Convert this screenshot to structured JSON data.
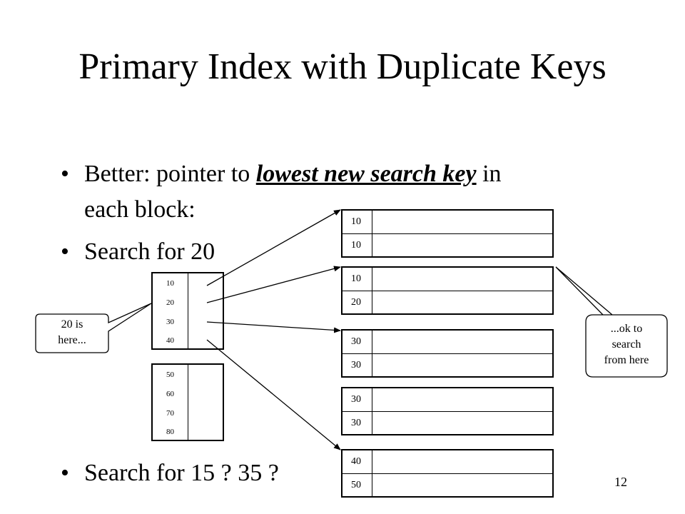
{
  "title": "Primary Index with Duplicate Keys",
  "bullets": {
    "b1_pre": "Better: pointer to ",
    "b1_emph": "lowest new search key",
    "b1_post": " in",
    "b1_line2": "each block:",
    "b2": "Search for 20",
    "b3": "Search for 15 ? 35 ?"
  },
  "index_tables": [
    {
      "keys": [
        "10",
        "20",
        "30",
        "40"
      ]
    },
    {
      "keys": [
        "50",
        "60",
        "70",
        "80"
      ]
    }
  ],
  "data_blocks": [
    {
      "keys": [
        "10",
        "10"
      ]
    },
    {
      "keys": [
        "10",
        "20"
      ]
    },
    {
      "keys": [
        "30",
        "30"
      ]
    },
    {
      "keys": [
        "30",
        "30"
      ]
    },
    {
      "keys": [
        "40",
        "50"
      ]
    }
  ],
  "callouts": {
    "left_line1": "20 is",
    "left_line2": "here...",
    "right_line1": "...ok to",
    "right_line2": "search",
    "right_line3": "from here"
  },
  "page_number": "12"
}
